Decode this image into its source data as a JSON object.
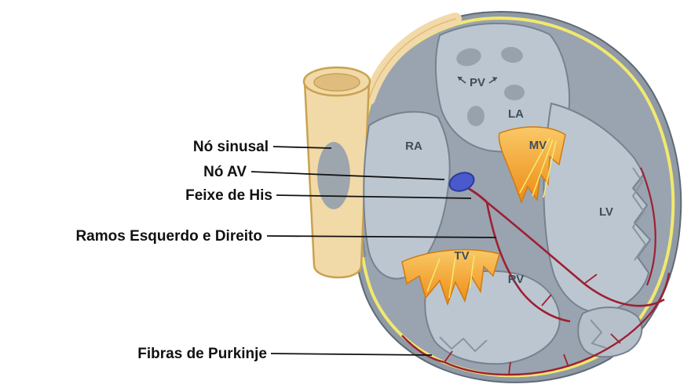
{
  "diagram": {
    "type": "anatomical-diagram",
    "subject": "heart electrical conduction system (labels in Portuguese)",
    "background": "#ffffff",
    "pointer_labels": [
      {
        "id": "sinus-node",
        "text": "Nó sinusal"
      },
      {
        "id": "av-node",
        "text": "Nó AV"
      },
      {
        "id": "his-bundle",
        "text": "Feixe de His"
      },
      {
        "id": "bundle-branches",
        "text": "Ramos Esquerdo e Direito"
      },
      {
        "id": "purkinje-fibers",
        "text": "Fibras de Purkinje"
      }
    ],
    "chamber_labels": [
      {
        "id": "pv",
        "text": "PV"
      },
      {
        "id": "la",
        "text": "LA"
      },
      {
        "id": "ra",
        "text": "RA"
      },
      {
        "id": "mv",
        "text": "MV"
      },
      {
        "id": "lv",
        "text": "LV"
      },
      {
        "id": "tv",
        "text": "TV"
      },
      {
        "id": "rv",
        "text": "RV"
      }
    ],
    "colors": {
      "vessel_cream": "#f2d9a8",
      "vessel_outline": "#c9a24f",
      "vessel_inner": "#dfbd7e",
      "heart_wall_gray": "#8f9aa6",
      "heart_wall_edge": "#5f6a75",
      "epicardium_yellow": "#f2e86e",
      "chamber_light": "#bcc6d0",
      "chamber_edge": "#76828f",
      "valve_orange_top": "#f7b84f",
      "valve_orange_bottom": "#ee8c15",
      "chordae_yellow": "#f5e96e",
      "av_node_blue": "#4a5acc",
      "av_node_edge": "#2a3a9a",
      "conduction_red": "#9e2033",
      "dark_blob_gray": "#98a2ad",
      "label_text": "#111111",
      "chamber_text": "#3f4e5c"
    }
  }
}
